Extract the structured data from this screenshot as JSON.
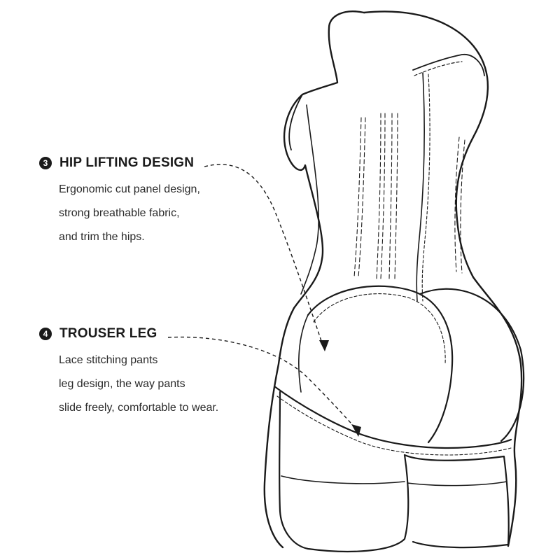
{
  "features": [
    {
      "number": "3",
      "title": "HIP LIFTING DESIGN",
      "lines": [
        "Ergonomic cut panel design,",
        "strong breathable fabric,",
        "and trim the hips."
      ]
    },
    {
      "number": "4",
      "title": "TROUSER LEG",
      "lines": [
        "Lace stitching pants",
        "leg design, the way pants",
        "slide freely, comfortable to wear."
      ]
    }
  ],
  "colors": {
    "line": "#1a1a1a",
    "background": "#ffffff"
  }
}
